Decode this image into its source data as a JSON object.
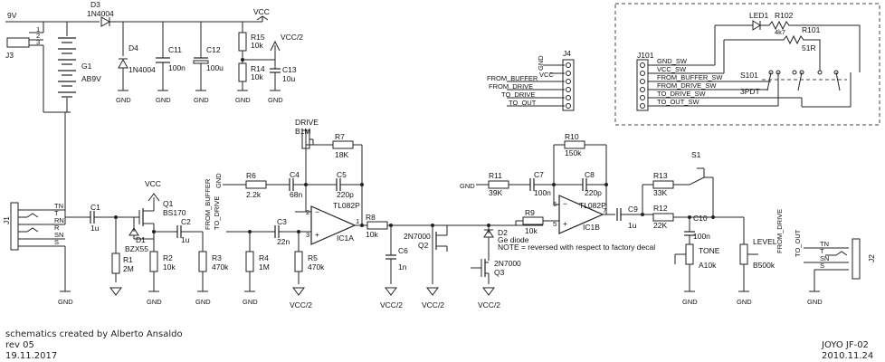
{
  "power": {
    "jack_in": "9V",
    "jack_ref": "J3",
    "jack_pins": [
      "1",
      "2",
      "3"
    ],
    "battery_ref": "G1",
    "battery_val": "AB9V"
  },
  "diodes": {
    "d3_ref": "D3",
    "d3_val": "1N4004",
    "d4_ref": "D4",
    "d4_val": "1N4004",
    "d1_ref": "D1",
    "d1_val": "BZX55",
    "d2_ref": "D2",
    "d2_val": "Ge diode",
    "led_ref": "LED1"
  },
  "caps": {
    "c11_ref": "C11",
    "c11_val": "100n",
    "c12_ref": "C12",
    "c12_val": "100u",
    "c13_ref": "C13",
    "c13_val": "10u",
    "c1_ref": "C1",
    "c1_val": "1u",
    "c2_ref": "C2",
    "c2_val": "1u",
    "c3_ref": "C3",
    "c3_val": "22n",
    "c4_ref": "C4",
    "c4_val": "68n",
    "c5_ref": "C5",
    "c5_val": "220p",
    "c6_ref": "C6",
    "c6_val": "1n",
    "c7_ref": "C7",
    "c7_val": "100n",
    "c8_ref": "C8",
    "c8_val": "220p",
    "c9_ref": "C9",
    "c9_val": "1u",
    "c10_ref": "C10",
    "c10_val": "100n"
  },
  "resistors": {
    "r15_ref": "R15",
    "r15_val": "10k",
    "r14_ref": "R14",
    "r14_val": "10k",
    "r1_ref": "R1",
    "r1_val": "2M",
    "r2_ref": "R2",
    "r2_val": "10k",
    "r3_ref": "R3",
    "r3_val": "470k",
    "r4_ref": "R4",
    "r4_val": "1M",
    "r5_ref": "R5",
    "r5_val": "470k",
    "r6_ref": "R6",
    "r6_val": "2.2k",
    "r7_ref": "R7",
    "r7_val": "18K",
    "r8_ref": "R8",
    "r8_val": "10k",
    "r9_ref": "R9",
    "r9_val": "10k",
    "r10_ref": "R10",
    "r10_val": "150k",
    "r11_ref": "R11",
    "r11_val": "39K",
    "r12_ref": "R12",
    "r12_val": "22K",
    "r13_ref": "R13",
    "r13_val": "33K",
    "r101_ref": "R101",
    "r101_val": "51R",
    "r102_ref": "R102",
    "r102_val": "4k7"
  },
  "pots": {
    "drive_label": "DRIVE",
    "b1m_ref": "B1M",
    "tone_label": "TONE",
    "tone_val": "A10k",
    "level_label": "LEVEL",
    "level_val": "B500k"
  },
  "transistors": {
    "q1_ref": "Q1",
    "q1_val": "BS170",
    "q2_ref": "Q2",
    "q2_val": "2N7000",
    "q3_ref": "Q3",
    "q3_val": "2N7000"
  },
  "ics": {
    "ic1a_part": "TL082P",
    "ic1a_ref": "IC1A",
    "ic1b_part": "TL082P",
    "ic1b_ref": "IC1B",
    "pin1": "1",
    "pin2": "2",
    "pin3": "3",
    "pin5": "5",
    "pin6": "6",
    "pin7": "7"
  },
  "jacks": {
    "j1_ref": "J1",
    "j2_ref": "J2",
    "j4_ref": "J4",
    "j101_ref": "J101",
    "s1_ref": "S1",
    "s101_ref": "S101",
    "s101_val": "3PDT",
    "j1_pins": [
      "TN",
      "T",
      "RN",
      "R",
      "SN",
      "S"
    ],
    "j2_pins": [
      "TN",
      "T",
      "SN",
      "S"
    ]
  },
  "nets": {
    "vcc": "VCC",
    "vcc2": "VCC/2",
    "gnd": "GND",
    "from_buffer": "FROM_BUFFER",
    "to_drive": "TO_DRIVE",
    "from_drive": "FROM_DRIVE",
    "to_out": "TO_OUT"
  },
  "j4_pins": [
    "GND",
    "VCC",
    "FROM_BUFFER",
    "FROM_DRIVE",
    "TO_DRIVE",
    "TO_OUT"
  ],
  "j101_pins": [
    "GND_SW",
    "VCC_SW",
    "FROM_BUFFER_SW",
    "FROM_DRIVE_SW",
    "TO_DRIVE_SW",
    "TO_OUT_SW"
  ],
  "note": "NOTE = reversed with respect to factory decal",
  "footer": {
    "credit": "schematics created by Alberto Ansaldo",
    "rev": "rev 05",
    "date": "19.11.2017",
    "title": "JOYO JF-02",
    "title_date": "2010.11.24"
  }
}
